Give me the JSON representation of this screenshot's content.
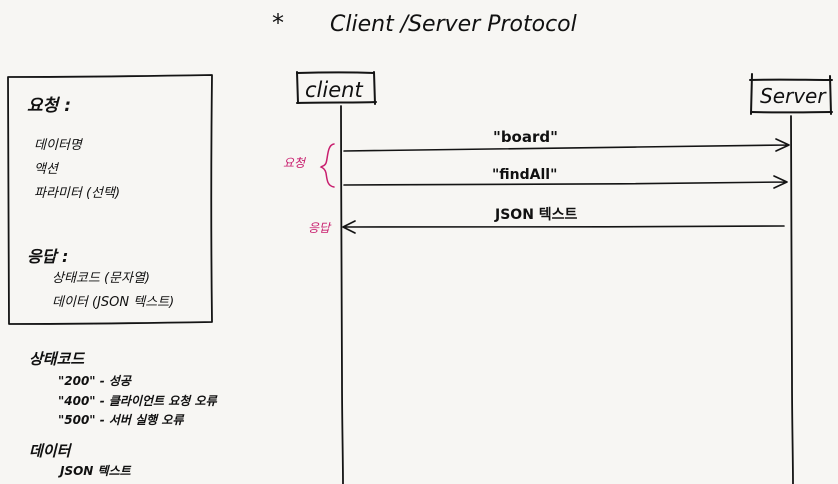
{
  "title": {
    "bullet": "*",
    "text": "Client /Server   Protocol"
  },
  "actors": {
    "client": "client",
    "server": "Server"
  },
  "messages": [
    {
      "label": "\"board\"",
      "direction": "client-to-server"
    },
    {
      "label": "\"findAll\"",
      "direction": "client-to-server"
    },
    {
      "label": "JSON 텍스트",
      "direction": "server-to-client"
    }
  ],
  "annotations": {
    "request": "요청",
    "response": "응답"
  },
  "legend_box": {
    "request_heading": "요청 :",
    "request_items": [
      "데이터명",
      "액션",
      "파라미터 (선택)"
    ],
    "response_heading": "응답 :",
    "response_items": [
      "상태코드 (문자열)",
      "데이터 (JSON 텍스트)"
    ]
  },
  "notes": {
    "status_heading": "상태코드",
    "status_items": [
      "\"200\" - 성공",
      "\"400\" - 클라이언트 요청 오류",
      "\"500\" - 서버 실행 오류"
    ],
    "data_heading": "데이터",
    "data_item": "JSON 텍스트"
  },
  "colors": {
    "ink": "#141414",
    "annotation": "#c81e6e",
    "paper": "#f7f6f3"
  }
}
